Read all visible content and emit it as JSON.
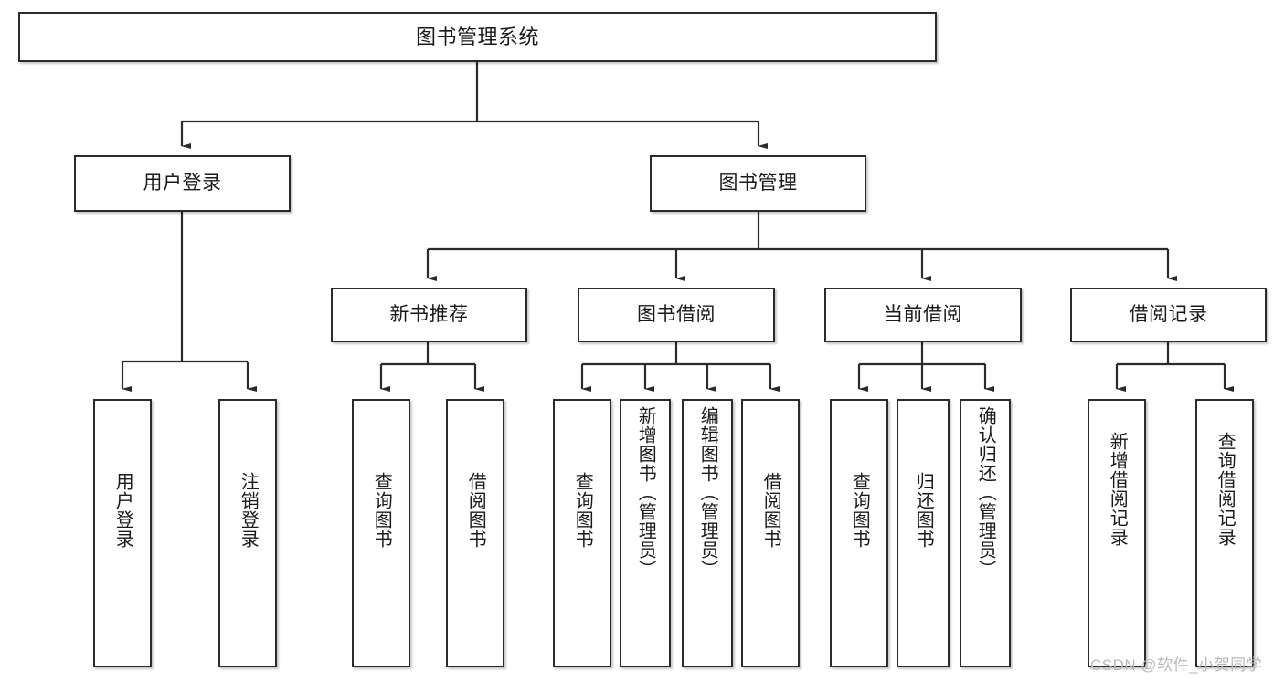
{
  "diagram": {
    "type": "tree-hierarchy-flowchart",
    "title": "图书管理系统",
    "watermark": "CSDN @软件_小贺同学",
    "colors": {
      "box_border": "#2b2b2b",
      "box_fill": "#ffffff",
      "edge": "#2b2b2b",
      "text": "#1a1a1a",
      "watermark": "#b9b9b9"
    },
    "nodes": {
      "root": {
        "label": "图书管理系统"
      },
      "level2": [
        {
          "id": "user-login",
          "label": "用户登录"
        },
        {
          "id": "book-management",
          "label": "图书管理"
        }
      ],
      "level3": [
        {
          "id": "new-book-recommend",
          "label": "新书推荐"
        },
        {
          "id": "book-borrow",
          "label": "图书借阅"
        },
        {
          "id": "current-borrow",
          "label": "当前借阅"
        },
        {
          "id": "borrow-record",
          "label": "借阅记录"
        }
      ],
      "leaves": [
        {
          "id": "leaf-user-login",
          "label": "用户登录",
          "parent": "user-login"
        },
        {
          "id": "leaf-user-logout",
          "label": "注销登录",
          "parent": "user-login"
        },
        {
          "id": "leaf-query-book-1",
          "label": "查询图书",
          "parent": "new-book-recommend"
        },
        {
          "id": "leaf-borrow-book-1",
          "label": "借阅图书",
          "parent": "new-book-recommend"
        },
        {
          "id": "leaf-query-book-2",
          "label": "查询图书",
          "parent": "book-borrow"
        },
        {
          "id": "leaf-add-book",
          "label": "新增图书（管理员）",
          "parent": "book-borrow"
        },
        {
          "id": "leaf-edit-book",
          "label": "编辑图书（管理员）",
          "parent": "book-borrow"
        },
        {
          "id": "leaf-borrow-book-2",
          "label": "借阅图书",
          "parent": "book-borrow"
        },
        {
          "id": "leaf-query-book-3",
          "label": "查询图书",
          "parent": "current-borrow"
        },
        {
          "id": "leaf-return-book",
          "label": "归还图书",
          "parent": "current-borrow"
        },
        {
          "id": "leaf-confirm-return",
          "label": "确认归还（管理员）",
          "parent": "current-borrow"
        },
        {
          "id": "leaf-add-record",
          "label": "新增借阅记录",
          "parent": "borrow-record"
        },
        {
          "id": "leaf-query-record",
          "label": "查询借阅记录",
          "parent": "borrow-record"
        }
      ]
    }
  }
}
